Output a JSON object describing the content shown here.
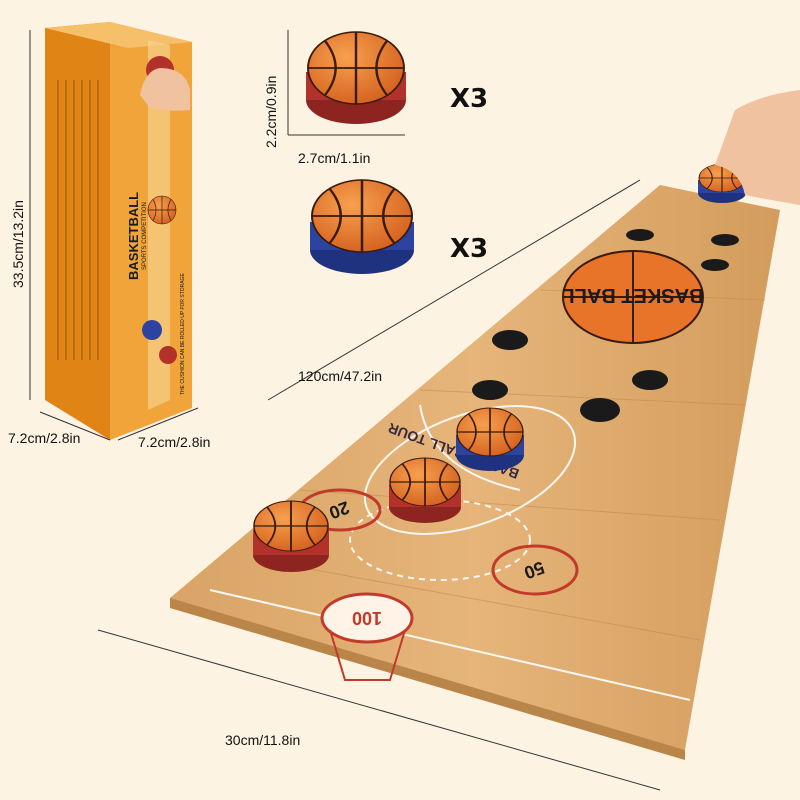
{
  "box": {
    "title": "BASKETBALL",
    "subtitle": "SPORTS COMPETITION",
    "note": "THE CUSHION CAN BE ROLLED UP FOR STORAGE",
    "height_label": "33.5cm/13.2in",
    "width_label": "7.2cm/2.8in",
    "depth_label": "7.2cm/2.8in"
  },
  "pucks": {
    "height_label": "2.2cm/0.9in",
    "diameter_label": "2.7cm/1.1in",
    "red_quantity": "X3",
    "blue_quantity": "X3"
  },
  "mat": {
    "length_label": "120cm/47.2in",
    "width_label": "30cm/11.8in",
    "center_text": "BASKET BALL",
    "court_text": "BASKETBALL TOUR",
    "hoop_scores": [
      "20",
      "50",
      "100"
    ]
  },
  "colors": {
    "background": "#fdf3e3",
    "wood": "#dca86a",
    "box_orange": "#e8921e",
    "puck_red": "#b2322b",
    "puck_blue": "#2c44a0",
    "ball_orange": "#e8742a"
  }
}
